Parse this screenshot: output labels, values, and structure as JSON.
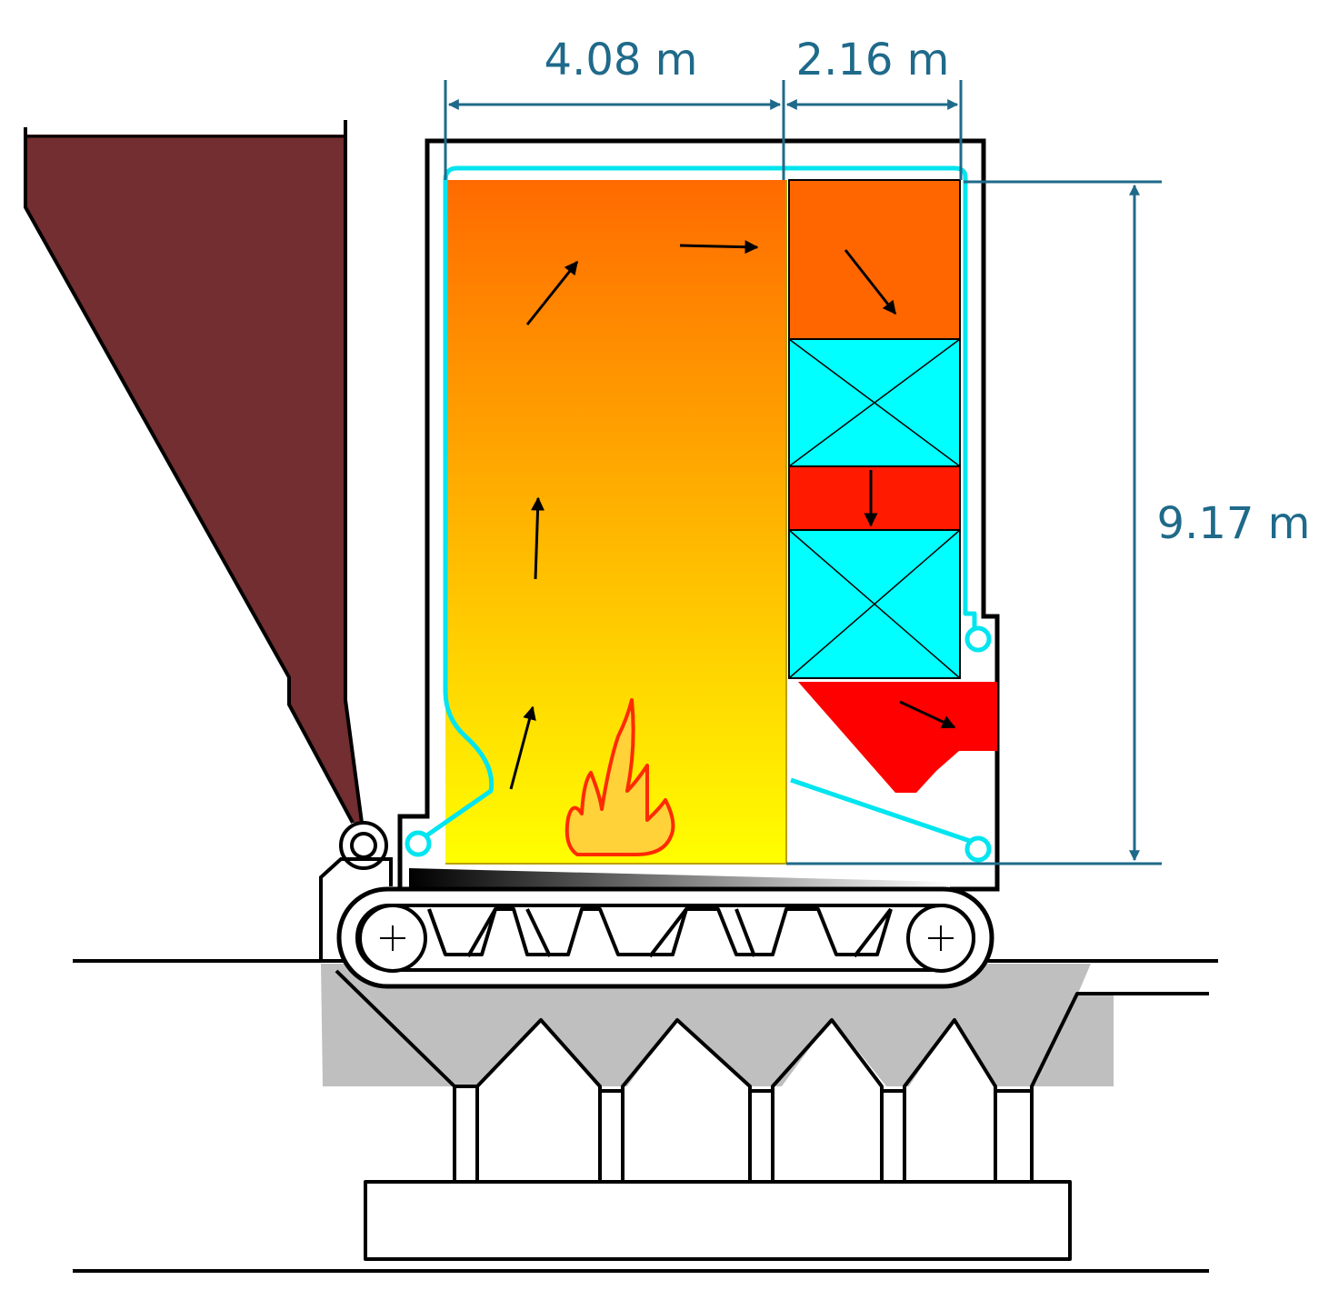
{
  "dimensions": {
    "furnace_width": "4.08 m",
    "convection_width": "2.16 m",
    "height": "9.17 m"
  },
  "colors": {
    "dimension": "#1f6a8a",
    "hopper": "#722e30",
    "water_wall": "#00e5ef",
    "heat_exchanger": "#00ffff",
    "flue_orange": "#ff6600",
    "flue_red": "#ff0000",
    "gradient_top": "#ff6a00",
    "gradient_bottom": "#ffff00",
    "flame": "#ff2a00",
    "ash_pit": "#bfbfbf"
  },
  "icons": [
    "flame-icon",
    "flow-arrow-icon"
  ]
}
